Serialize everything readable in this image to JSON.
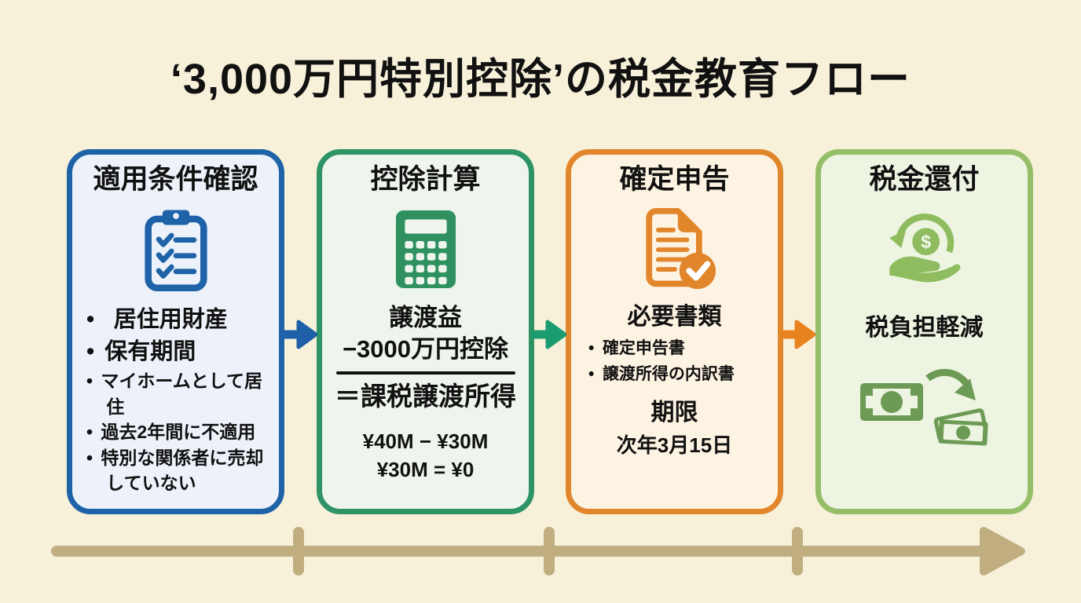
{
  "title": "‘3,000万円特別控除’の税金教育フロー",
  "colors": {
    "background": "#f8f1da",
    "text": "#111111",
    "timeline": "#c0ae80"
  },
  "timeline": {
    "color": "#c0ae80"
  },
  "flow_arrows": [
    {
      "color": "#1d60a8"
    },
    {
      "color": "#1a9b70"
    },
    {
      "color": "#e8831f"
    }
  ],
  "steps": [
    {
      "heading": "適用条件確認",
      "icon": "clipboard-checklist-icon",
      "border_color": "#1e63a8",
      "fill_color": "#edf2fa",
      "icon_color": "#1e63a8",
      "conditions_large": [
        "居住用財産",
        "保有期間"
      ],
      "conditions_small": [
        "マイホームとして居住",
        "過去2年間に不適用",
        "特別な関係者に売却していない"
      ]
    },
    {
      "heading": "控除計算",
      "icon": "calculator-icon",
      "border_color": "#2f9465",
      "fill_color": "#eef5ec",
      "icon_color": "#2f9160",
      "formula": {
        "line1": "譲渡益",
        "line2": "−3000万円控除",
        "result": "＝課税譲渡所得"
      },
      "example": {
        "line1": "¥40M − ¥30M",
        "line2": "¥30M = ¥0"
      }
    },
    {
      "heading": "確定申告",
      "icon": "document-check-icon",
      "border_color": "#e2862b",
      "fill_color": "#fdf3e2",
      "icon_color": "#e2862b",
      "docs_heading": "必要書類",
      "documents": [
        "確定申告書",
        "譲渡所得の内訳書"
      ],
      "deadline_heading": "期限",
      "deadline": "次年3月15日"
    },
    {
      "heading": "税金還付",
      "icon": "hand-coin-icon",
      "border_color": "#94be68",
      "fill_color": "#edf4e1",
      "icon_color": "#8fbc5f",
      "benefit": "税負担軽減",
      "icon2": "money-transfer-icon",
      "icon2_color": "#6d9b55"
    }
  ]
}
